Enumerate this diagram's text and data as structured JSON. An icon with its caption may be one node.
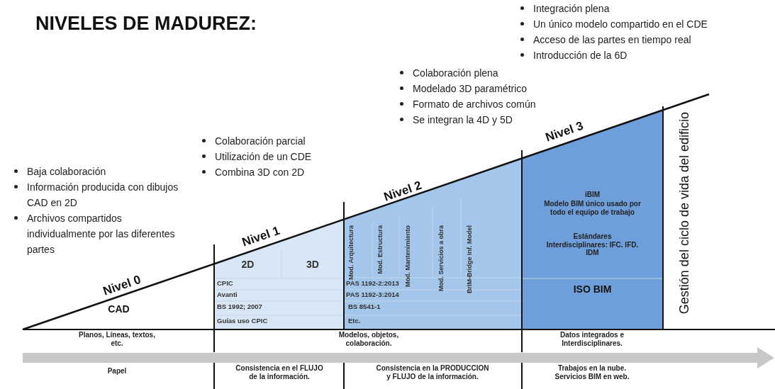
{
  "diagram": {
    "title": "NIVELES DE MADUREZ:",
    "labels": [
      "Integración plena",
      "Un único modelo compartido en el CDE",
      "Acceso de las partes en tiempo real",
      "Introducción de la 6D",
      "Colaboración plena",
      "Modelado 3D paramétrico",
      "Formato de archivos común",
      "Se integran la 4D y 5D",
      "Colaboración parcial",
      "Utilización de un CDE",
      "Baja colaboración",
      "Combina 3D con 2D",
      "Información producida con dibujos CAD en 2D",
      "Archivos compartidos individualmente por las diferentes partes",
      "Nivel 3",
      "Nivel 2",
      "Nivel 1",
      "Nivel 0",
      "Gestión del ciclo de vida del edificio",
      "iBIM",
      "Modelo BIM único usado por todo el equipo de trabajo",
      "Estándares Interdisciplinares: IFC. IFD. IDM",
      "2D",
      "3D",
      "Mod. Arquitectura",
      "Mod. Estructura",
      "Mod. Mantenimiento",
      "Mod. Servicios a obra",
      "BrIM-Bridge Inf. Model",
      "CPIC",
      "PAS 1192-2:2013",
      "Avanti",
      "PAS 1192-3:2014",
      "BS 1992; 2007",
      "BS 8541-1",
      "Guías uso CPIC",
      "Etc.",
      "CAD",
      "ISO BIM",
      "Planos, Líneas, textos, etc.",
      "Modelos, objetos, colaboración.",
      "Datos integrados e Interdisciplinares.",
      "Papel",
      "Consistencia en el FLUJO de la información.",
      "Consistencia en la PRODUCCION y FLUJO de la información.",
      "Trabajos en la nube. Servicios BIM en web."
    ]
  }
}
